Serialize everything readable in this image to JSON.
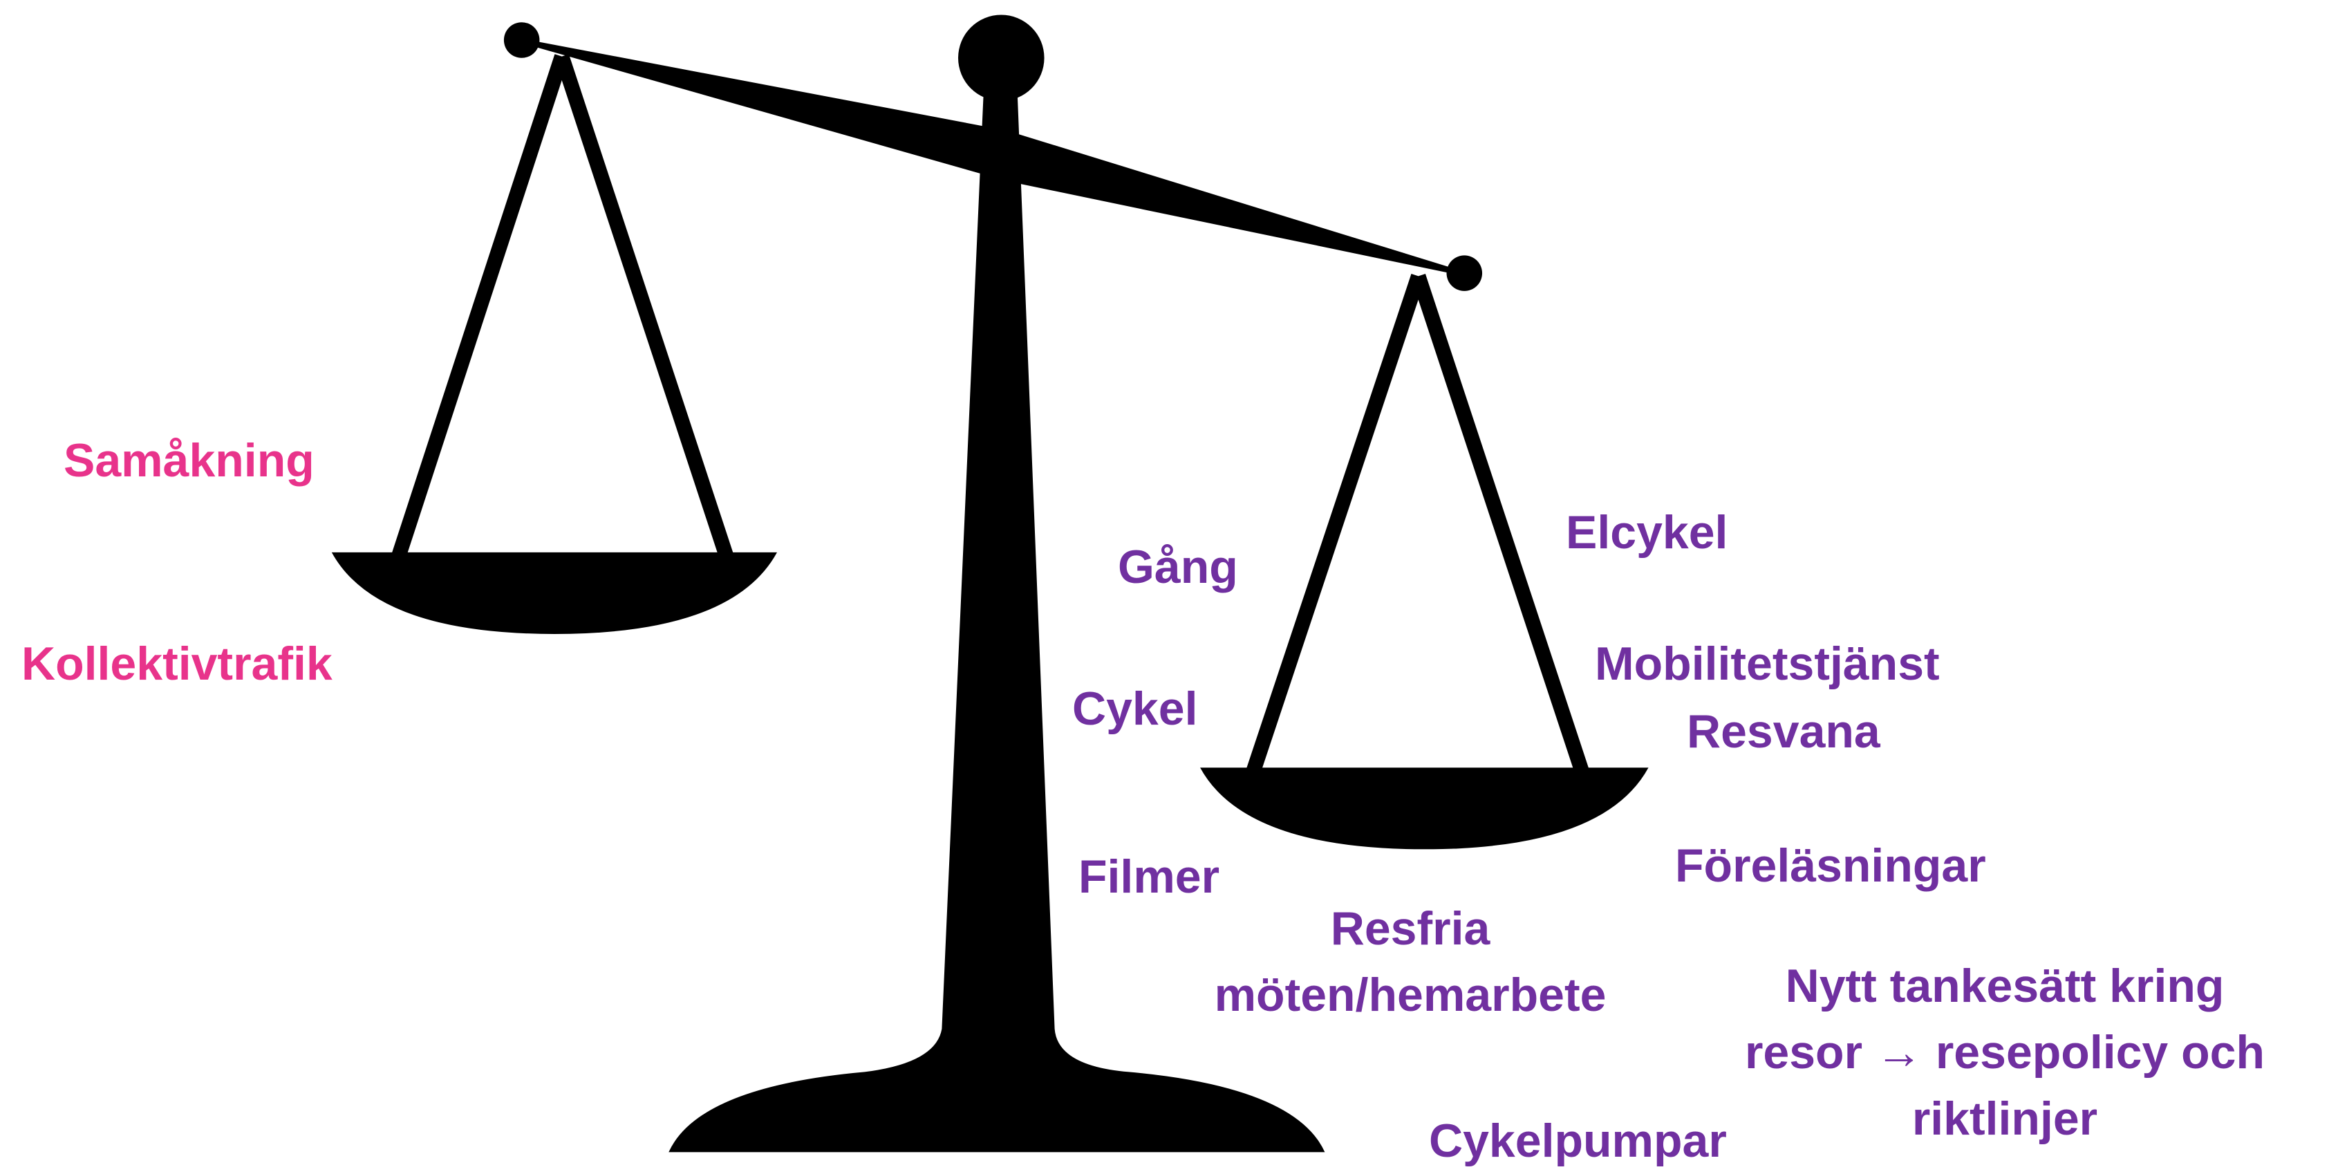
{
  "colors": {
    "scale": "#000000",
    "left_labels": "#E8338B",
    "right_labels": "#7030A0",
    "background": "#FFFFFF"
  },
  "left_pan": {
    "items": [
      "Samåkning",
      "Kollektivtrafik"
    ]
  },
  "right_pan": {
    "items": [
      "Gång",
      "Cykel",
      "Filmer",
      "Elcykel",
      "Mobilitetstjänst",
      "Resvana",
      "Föreläsningar",
      "Resfria",
      "möten/hemarbete",
      "Nytt tankesätt kring",
      "resor → resepolicy och",
      "riktlinjer",
      "Cykelpumpar"
    ]
  }
}
